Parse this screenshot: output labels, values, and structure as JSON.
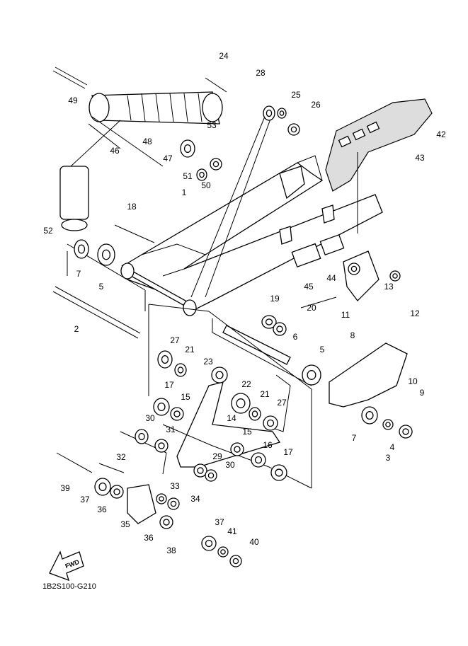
{
  "diagram": {
    "code": "1B2S100-G210",
    "fwd_label": "FWD",
    "callouts": [
      "49",
      "24",
      "28",
      "25",
      "26",
      "42",
      "43",
      "53",
      "48",
      "46",
      "47",
      "51",
      "50",
      "1",
      "18",
      "52",
      "7",
      "5",
      "45",
      "44",
      "11",
      "13",
      "12",
      "19",
      "20",
      "2",
      "6",
      "27",
      "21",
      "23",
      "5",
      "8",
      "10",
      "9",
      "17",
      "22",
      "15",
      "21",
      "27",
      "14",
      "30",
      "31",
      "7",
      "4",
      "3",
      "15",
      "16",
      "17",
      "32",
      "29",
      "30",
      "39",
      "37",
      "36",
      "33",
      "34",
      "35",
      "37",
      "41",
      "40",
      "36",
      "38"
    ]
  }
}
